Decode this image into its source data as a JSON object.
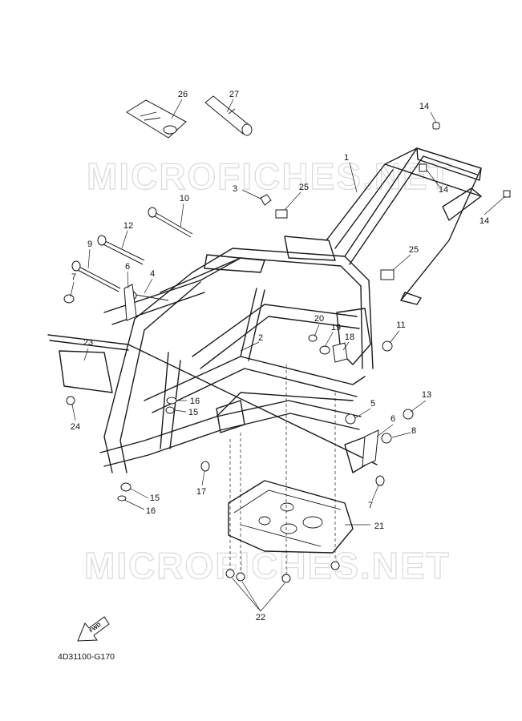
{
  "diagram": {
    "code": "4D31100-G170",
    "fwd_label": "FWD",
    "watermark": "MICROFICHES.NET",
    "callouts": [
      "26",
      "27",
      "14",
      "1",
      "14",
      "14",
      "3",
      "25",
      "10",
      "12",
      "9",
      "6",
      "4",
      "7",
      "25",
      "2",
      "20",
      "19",
      "18",
      "11",
      "23",
      "16",
      "15",
      "24",
      "5",
      "13",
      "6",
      "8",
      "17",
      "15",
      "16",
      "7",
      "21",
      "22"
    ]
  }
}
